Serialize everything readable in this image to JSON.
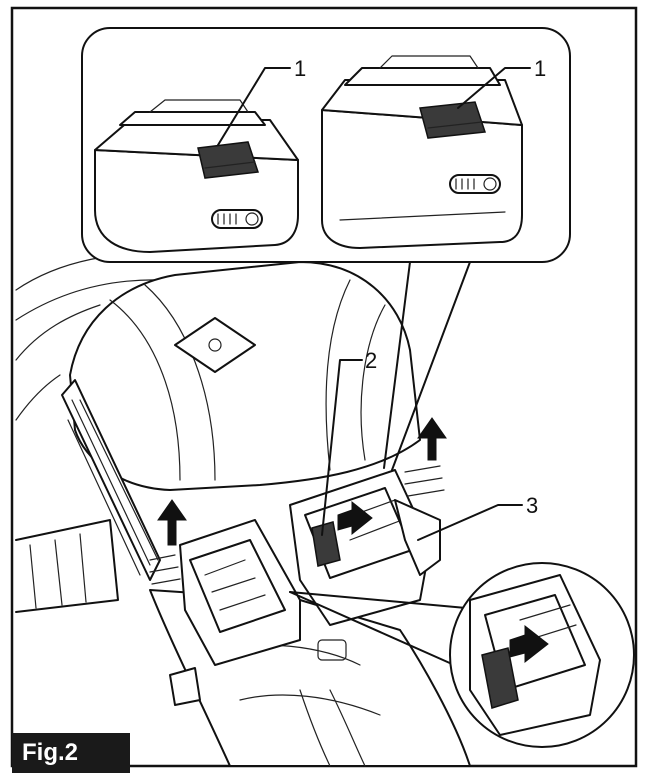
{
  "figure": {
    "tag": "Fig.2",
    "callouts": {
      "c1a": "1",
      "c1b": "1",
      "c2": "2",
      "c3": "3"
    }
  }
}
